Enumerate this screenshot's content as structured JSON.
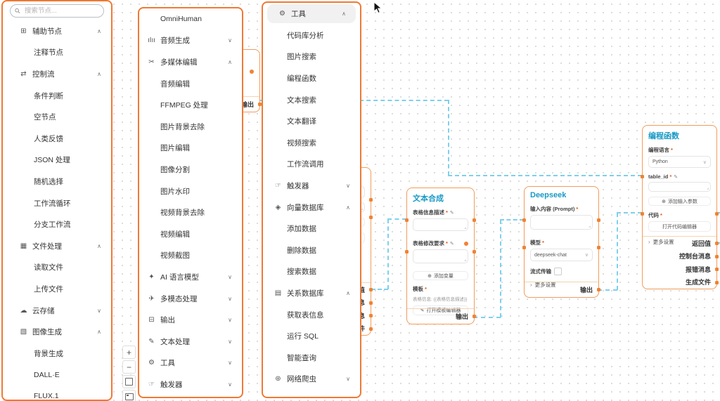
{
  "left_panel": {
    "search_placeholder": "搜索节点...",
    "rows": [
      {
        "kind": "group",
        "label": "辅助节点",
        "icon": "⊞",
        "icon_name": "helper-nodes-icon",
        "chevron": "up"
      },
      {
        "kind": "item",
        "label": "注释节点"
      },
      {
        "kind": "group",
        "label": "控制流",
        "icon": "⇄",
        "icon_name": "control-flow-icon",
        "chevron": "up"
      },
      {
        "kind": "item",
        "label": "条件判断"
      },
      {
        "kind": "item",
        "label": "空节点"
      },
      {
        "kind": "item",
        "label": "人类反馈"
      },
      {
        "kind": "item",
        "label": "JSON 处理"
      },
      {
        "kind": "item",
        "label": "随机选择"
      },
      {
        "kind": "item",
        "label": "工作流循环"
      },
      {
        "kind": "item",
        "label": "分支工作流"
      },
      {
        "kind": "group",
        "label": "文件处理",
        "icon": "▦",
        "icon_name": "file-processing-icon",
        "chevron": "up"
      },
      {
        "kind": "item",
        "label": "读取文件"
      },
      {
        "kind": "item",
        "label": "上传文件"
      },
      {
        "kind": "group",
        "label": "云存储",
        "icon": "☁",
        "icon_name": "cloud-storage-icon",
        "chevron": "down"
      },
      {
        "kind": "group",
        "label": "图像生成",
        "icon": "▧",
        "icon_name": "image-generation-icon",
        "chevron": "up"
      },
      {
        "kind": "item",
        "label": "背景生成"
      },
      {
        "kind": "item",
        "label": "DALL·E"
      },
      {
        "kind": "item",
        "label": "FLUX.1"
      }
    ]
  },
  "media_panel": {
    "rows": [
      {
        "kind": "item",
        "label": "OmniHuman"
      },
      {
        "kind": "group",
        "label": "音频生成",
        "icon": "ıIıı",
        "icon_name": "audio-generation-icon",
        "chevron": "down"
      },
      {
        "kind": "group",
        "label": "多媒体编辑",
        "icon": "✂",
        "icon_name": "multimedia-edit-icon",
        "chevron": "up"
      },
      {
        "kind": "item",
        "label": "音频编辑"
      },
      {
        "kind": "item",
        "label": "FFMPEG 处理"
      },
      {
        "kind": "item",
        "label": "图片背景去除"
      },
      {
        "kind": "item",
        "label": "图片编辑"
      },
      {
        "kind": "item",
        "label": "图像分割"
      },
      {
        "kind": "item",
        "label": "图片水印"
      },
      {
        "kind": "item",
        "label": "视频背景去除"
      },
      {
        "kind": "item",
        "label": "视频编辑"
      },
      {
        "kind": "item",
        "label": "视频截图"
      },
      {
        "kind": "group",
        "label": "AI 语言模型",
        "icon": "✦",
        "icon_name": "ai-language-model-icon",
        "chevron": "down"
      },
      {
        "kind": "group",
        "label": "多模态处理",
        "icon": "✈",
        "icon_name": "multimodal-processing-icon",
        "chevron": "down"
      },
      {
        "kind": "group",
        "label": "输出",
        "icon": "⊟",
        "icon_name": "output-icon",
        "chevron": "down"
      },
      {
        "kind": "group",
        "label": "文本处理",
        "icon": "✎",
        "icon_name": "text-processing-icon",
        "chevron": "down"
      },
      {
        "kind": "group",
        "label": "工具",
        "icon": "⚙",
        "icon_name": "tools-icon",
        "chevron": "down"
      },
      {
        "kind": "group",
        "label": "触发器",
        "icon": "☞",
        "icon_name": "trigger-icon",
        "chevron": "down"
      }
    ]
  },
  "tools_panel": {
    "rows": [
      {
        "kind": "group",
        "label": "工具",
        "icon": "⚙",
        "icon_name": "tools-icon",
        "chevron": "up",
        "highlight": true
      },
      {
        "kind": "item",
        "label": "代码库分析"
      },
      {
        "kind": "item",
        "label": "图片搜索"
      },
      {
        "kind": "item",
        "label": "编程函数"
      },
      {
        "kind": "item",
        "label": "文本搜索"
      },
      {
        "kind": "item",
        "label": "文本翻译"
      },
      {
        "kind": "item",
        "label": "视频搜索"
      },
      {
        "kind": "item",
        "label": "工作流调用"
      },
      {
        "kind": "group",
        "label": "触发器",
        "icon": "☞",
        "icon_name": "trigger-icon",
        "chevron": "down"
      },
      {
        "kind": "group",
        "label": "向量数据库",
        "icon": "◈",
        "icon_name": "vector-database-icon",
        "chevron": "up"
      },
      {
        "kind": "item",
        "label": "添加数据"
      },
      {
        "kind": "item",
        "label": "删除数据"
      },
      {
        "kind": "item",
        "label": "搜索数据"
      },
      {
        "kind": "group",
        "label": "关系数据库",
        "icon": "▤",
        "icon_name": "relational-database-icon",
        "chevron": "up"
      },
      {
        "kind": "item",
        "label": "获取表信息"
      },
      {
        "kind": "item",
        "label": "运行 SQL"
      },
      {
        "kind": "item",
        "label": "智能查询"
      },
      {
        "kind": "group",
        "label": "网络爬虫",
        "icon": "⊛",
        "icon_name": "web-crawler-icon",
        "chevron": "down"
      }
    ]
  },
  "canvas": {
    "nodes": {
      "hidden_output": {
        "output_label": "输出"
      },
      "hidden_code_fn": {
        "outputs": [
          "返回值",
          "控制台消息",
          "报错消息",
          "生成文件"
        ]
      },
      "text_compose": {
        "title": "文本合成",
        "desc_label": "表格信息描述",
        "req_label": "表格修改要求",
        "add_var_label": "添加变量",
        "template_label": "模板",
        "template_preview": "表格信息: {{表格信息描述}} 表格修改要求: {…",
        "open_editor_label": "打开模板编辑器",
        "output_label": "输出"
      },
      "deepseek": {
        "title": "Deepseek",
        "prompt_label": "输入内容 (Prompt)",
        "model_label": "模型",
        "model_value": "deepseek-chat",
        "stream_label": "流式传输",
        "more_label": "更多设置",
        "output_label": "输出"
      },
      "code_fn": {
        "title": "编程函数",
        "lang_label": "编程语言",
        "lang_value": "Python",
        "param_label": "table_id",
        "add_param_label": "添加输入参数",
        "code_label": "代码",
        "open_code_label": "打开代码编辑器",
        "more_label": "更多设置",
        "outputs": [
          "返回值",
          "控制台消息",
          "报错消息",
          "生成文件"
        ]
      }
    },
    "zoom_controls": {
      "zoom_in": "+",
      "zoom_out": "−"
    }
  },
  "icons": {
    "edit": "✎",
    "add": "⊕",
    "more_arrow": "›",
    "caret": "∨",
    "required": "*"
  },
  "colors": {
    "panel_border": "#ee7a35",
    "node_border": "#f09c5c",
    "node_title": "#1899c6",
    "connection": "#7ed0ec",
    "port": "#f08332"
  }
}
